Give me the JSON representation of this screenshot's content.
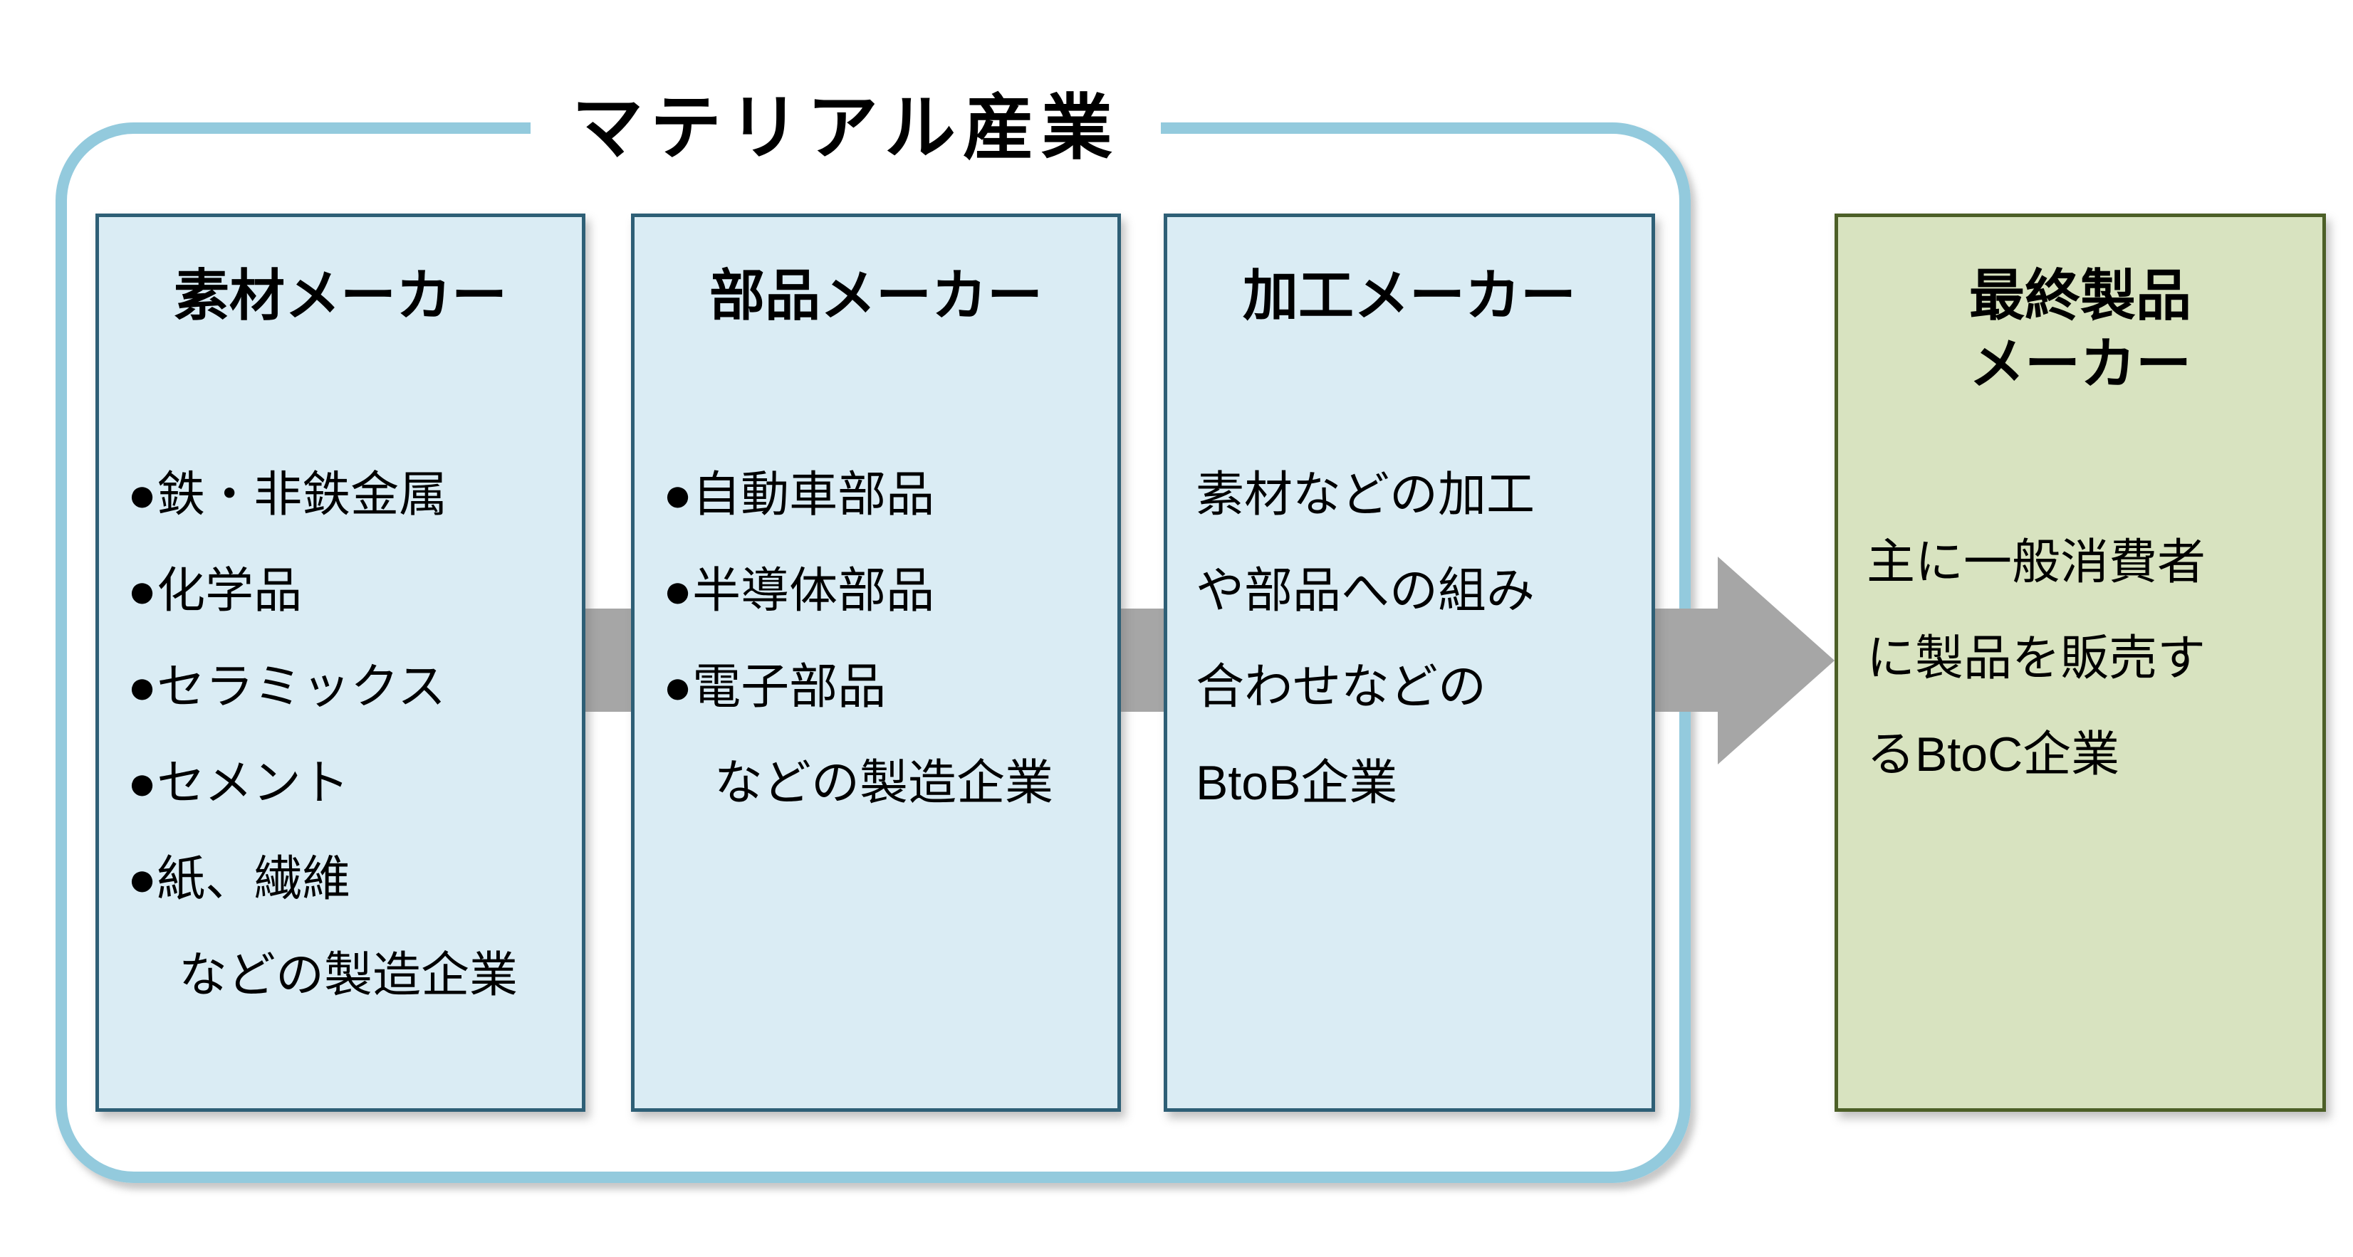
{
  "title": "マテリアル産業",
  "colors": {
    "frame_border": "#93CADD",
    "box_fill_blue": "#DAECF4",
    "box_border_teal": "#2E5F76",
    "box_fill_green": "#D8E3C0",
    "box_border_olive": "#4C5F27",
    "arrow_gray": "#A6A6A6",
    "text": "#000000"
  },
  "boxes": [
    {
      "header": "素材メーカー",
      "lines": [
        "●鉄・非鉄金属",
        "●化学品",
        "●セラミックス",
        "●セメント",
        "●紙、繊維",
        "などの製造企業"
      ]
    },
    {
      "header": "部品メーカー",
      "lines": [
        "●自動車部品",
        "●半導体部品",
        "●電子部品",
        "などの製造企業"
      ]
    },
    {
      "header": "加工メーカー",
      "lines": [
        "素材などの加工",
        "や部品への組み",
        "合わせなどの",
        "BtoB企業"
      ]
    },
    {
      "header_lines": [
        "最終製品",
        "メーカー"
      ],
      "lines": [
        "主に一般消費者",
        "に製品を販売す",
        "るBtoC企業"
      ]
    }
  ]
}
